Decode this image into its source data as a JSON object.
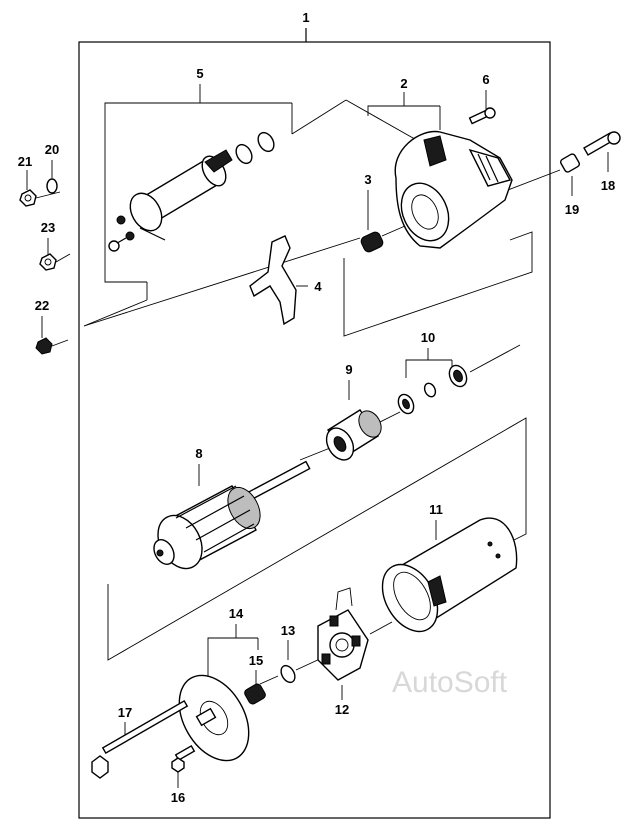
{
  "callouts": [
    {
      "id": "c1",
      "label": "1"
    },
    {
      "id": "c2",
      "label": "2"
    },
    {
      "id": "c3",
      "label": "3"
    },
    {
      "id": "c4",
      "label": "4"
    },
    {
      "id": "c5",
      "label": "5"
    },
    {
      "id": "c6",
      "label": "6"
    },
    {
      "id": "c8",
      "label": "8"
    },
    {
      "id": "c9",
      "label": "9"
    },
    {
      "id": "c10",
      "label": "10"
    },
    {
      "id": "c11",
      "label": "11"
    },
    {
      "id": "c12",
      "label": "12"
    },
    {
      "id": "c13",
      "label": "13"
    },
    {
      "id": "c14",
      "label": "14"
    },
    {
      "id": "c15",
      "label": "15"
    },
    {
      "id": "c16",
      "label": "16"
    },
    {
      "id": "c17",
      "label": "17"
    },
    {
      "id": "c18",
      "label": "18"
    },
    {
      "id": "c19",
      "label": "19"
    },
    {
      "id": "c20",
      "label": "20"
    },
    {
      "id": "c21",
      "label": "21"
    },
    {
      "id": "c22",
      "label": "22"
    },
    {
      "id": "c23",
      "label": "23"
    }
  ],
  "watermark": "AutoSoft"
}
